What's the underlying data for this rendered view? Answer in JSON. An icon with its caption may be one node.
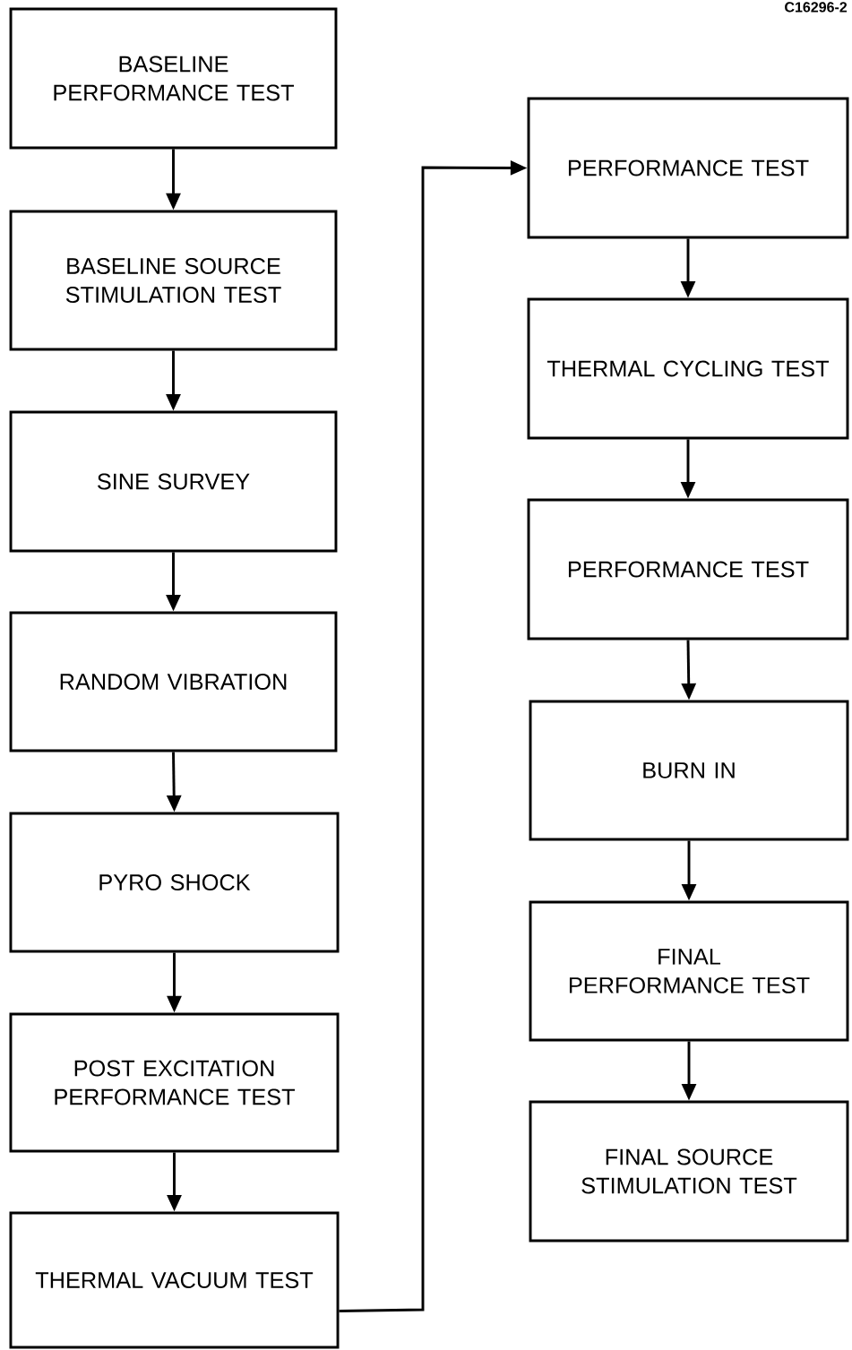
{
  "diagram": {
    "nodes": [
      {
        "text": [
          "BASELINE PERFORMANCE TEST"
        ]
      },
      {
        "text": [
          "BASELINE SOURCE STIMULATION TEST"
        ]
      },
      {
        "text": [
          "SINE SURVEY"
        ]
      },
      {
        "text": [
          "RANDOM VIBRATION"
        ]
      },
      {
        "text": [
          "PYRO SHOCK"
        ]
      },
      {
        "text": [
          "POST EXCITATION PERFORMANCE TEST"
        ]
      },
      {
        "text": [
          "THERMAL VACUUM TEST"
        ]
      },
      {
        "text": [
          "PERFORMANCE TEST"
        ]
      },
      {
        "text": [
          "THERMAL CYCLING TEST"
        ]
      },
      {
        "text": [
          "PERFORMANCE TEST"
        ]
      },
      {
        "text": [
          "BURN IN"
        ]
      },
      {
        "text": [
          "FINAL PERFORMANCE TEST"
        ]
      },
      {
        "text": [
          "FINAL SOURCE STIMULATION TEST"
        ]
      }
    ],
    "edges": [
      {
        "from": 0,
        "to": 1,
        "arrow": "to"
      },
      {
        "from": 1,
        "to": 2,
        "arrow": "to"
      },
      {
        "from": 2,
        "to": 3,
        "arrow": "to"
      },
      {
        "from": 3,
        "to": 4,
        "arrow": "to"
      },
      {
        "from": 4,
        "to": 5,
        "arrow": "to"
      },
      {
        "from": 5,
        "to": 6,
        "arrow": "to"
      },
      {
        "from": 6,
        "to": 7,
        "arrow": "to"
      },
      {
        "from": 7,
        "to": 8,
        "arrow": "to"
      },
      {
        "from": 8,
        "to": 9,
        "arrow": "to"
      },
      {
        "from": 9,
        "to": 10,
        "arrow": "to"
      },
      {
        "from": 10,
        "to": 11,
        "arrow": "to"
      },
      {
        "from": 11,
        "to": 12,
        "arrow": "to"
      }
    ],
    "labels": [
      "C16296-2"
    ]
  }
}
